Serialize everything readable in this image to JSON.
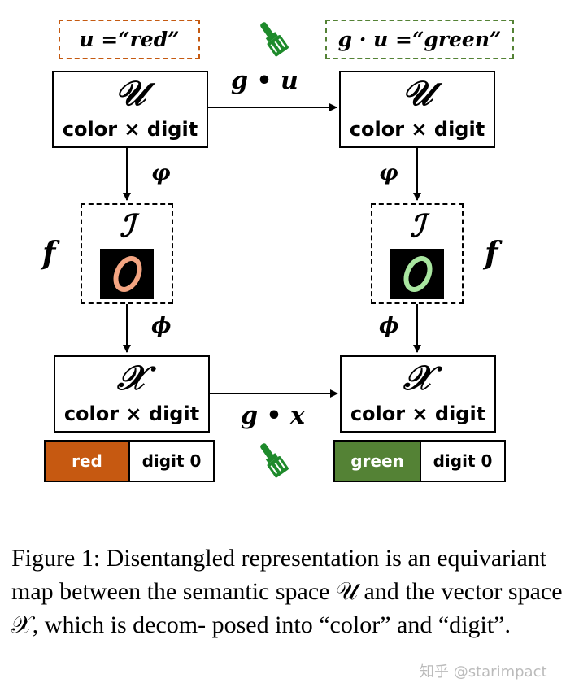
{
  "conditions": {
    "left": "u =“red”",
    "right": "g · u =“green”"
  },
  "spaces": {
    "semantic_symbol": "𝒰",
    "image_symbol": "ℐ",
    "vector_symbol": "𝒳",
    "factors": "color × digit"
  },
  "maps": {
    "g_on_u": "g • u",
    "g_on_x": "g • x",
    "varphi": "φ",
    "phi": "ϕ",
    "f": "f"
  },
  "codes": {
    "left": {
      "color_label": "red",
      "digit_label": "digit 0",
      "color_hex": "#c65911"
    },
    "right": {
      "color_label": "green",
      "digit_label": "digit 0",
      "color_hex": "#548235"
    }
  },
  "digits": {
    "left_hex": "#f4a582",
    "right_hex": "#a9e6a0"
  },
  "colors": {
    "left_dash": "#c55a11",
    "right_dash": "#548235",
    "brush": "#1e8a2b"
  },
  "icons": [
    "paint-brush-icon"
  ],
  "caption": "Figure 1: Disentangled representation is an equivariant map between the semantic space 𝒰 and the vector space 𝒳, which is decom- posed into “color” and “digit”.",
  "watermark": "知乎 @starimpact"
}
